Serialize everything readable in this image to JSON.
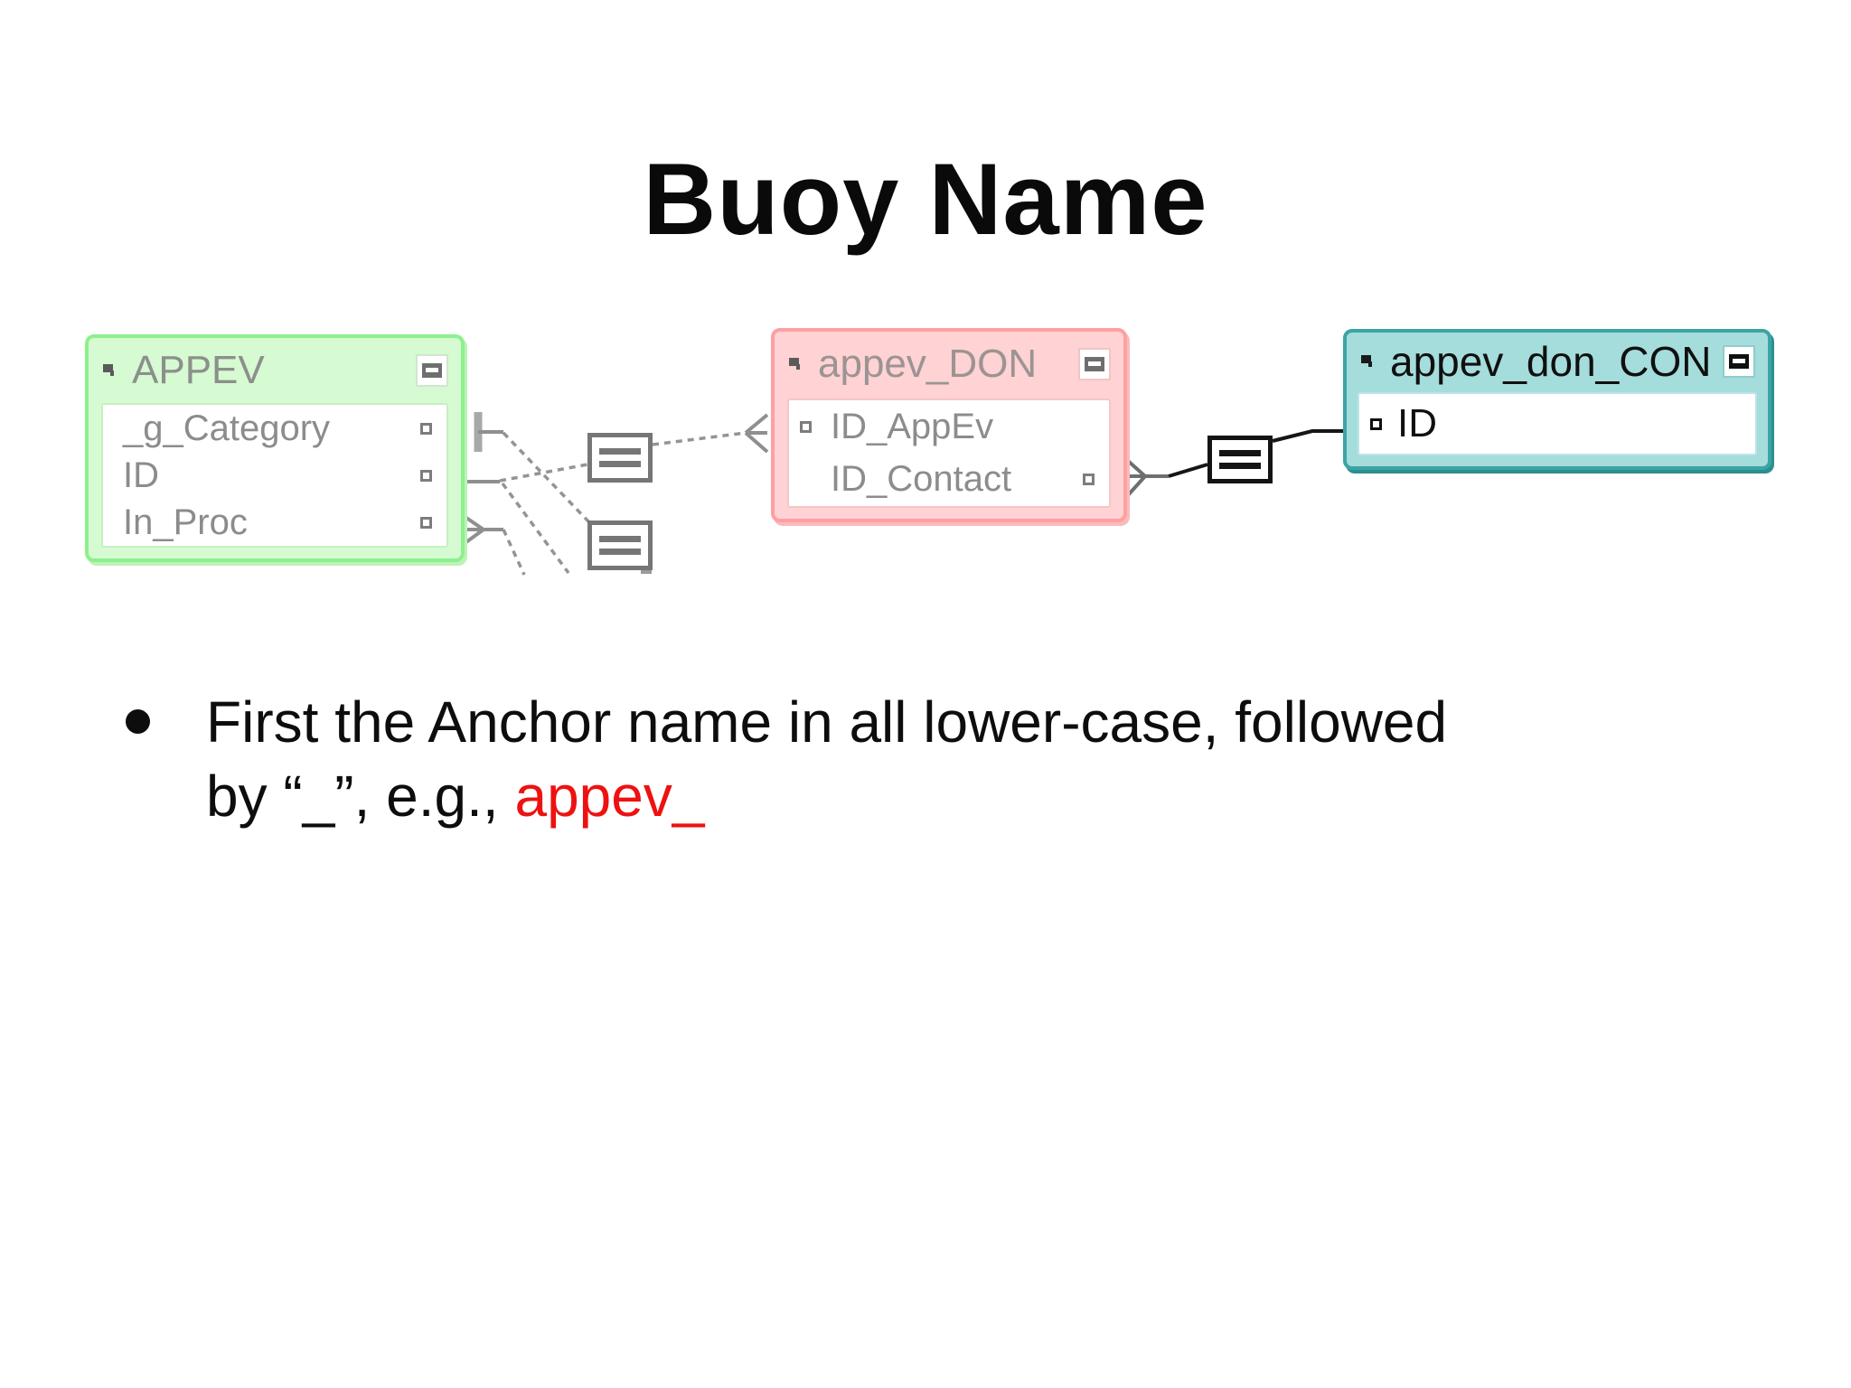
{
  "slide": {
    "title": "Buoy Name",
    "bullet": {
      "line1": "First the Anchor name in all lower-case, followed",
      "line2_prefix": "by “_”, e.g., ",
      "line2_highlight": "appev_",
      "highlight_color": "#ee1111"
    }
  },
  "diagram": {
    "entities": [
      {
        "id": "appev",
        "title": "APPEV",
        "theme": "green",
        "fields": [
          {
            "name": "_g_Category",
            "marker_side": "right"
          },
          {
            "name": "ID",
            "marker_side": "right"
          },
          {
            "name": "In_Proc",
            "marker_side": "right"
          }
        ]
      },
      {
        "id": "appev_don",
        "title": "appev_DON",
        "theme": "pink",
        "fields": [
          {
            "name": "ID_AppEv",
            "marker_side": "left"
          },
          {
            "name": "ID_Contact",
            "marker_side": "right"
          }
        ]
      },
      {
        "id": "appev_don_con",
        "title": "appev_don_CON",
        "theme": "teal",
        "fields": [
          {
            "name": "ID",
            "marker_side": "left"
          }
        ]
      }
    ],
    "relationships": [
      {
        "symbol": "=",
        "style": "grey",
        "between": "APPEV / appev_DON"
      },
      {
        "symbol": "=",
        "style": "grey",
        "between": "APPEV / (below)"
      },
      {
        "symbol": "=",
        "style": "black",
        "between": "appev_DON / appev_don_CON"
      }
    ],
    "icons": {
      "entity_icon": "arrow-ne-entity-icon",
      "minimize_icon": "minimize-collapse-icon",
      "field_marker": "key-square-marker",
      "crow_foot": "many-cardinality-connector",
      "one_bar": "one-cardinality-connector"
    },
    "colors": {
      "green_fill": "#d6fad2",
      "green_border": "#8df08d",
      "pink_fill": "#ffd2d4",
      "pink_border": "#ff9fa2",
      "teal_fill": "#a5dcdc",
      "teal_border": "#3da4a4",
      "grey_line": "#949494",
      "black_line": "#161616",
      "grey_text": "#8c8c8c",
      "black_text": "#101010"
    }
  }
}
